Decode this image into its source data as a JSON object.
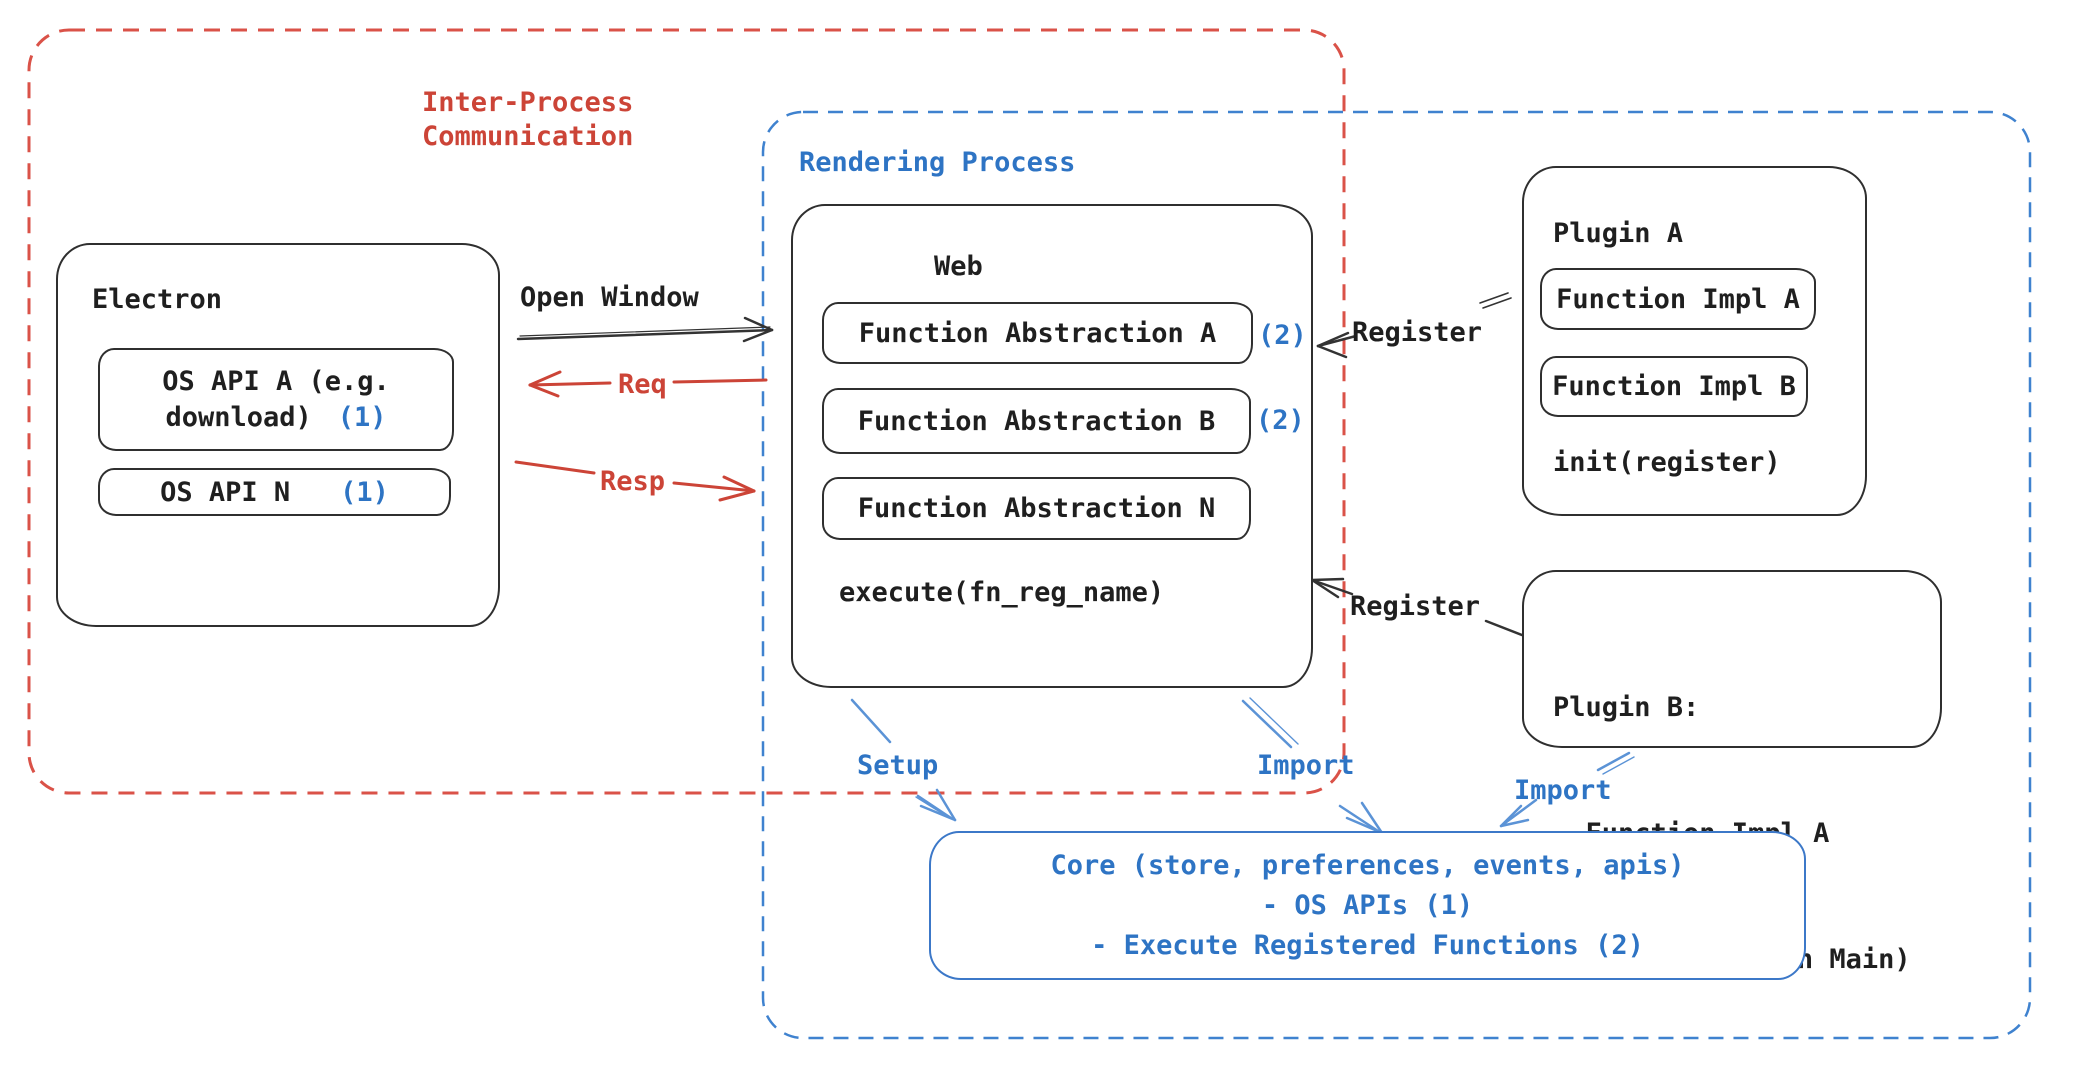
{
  "ipc_region": {
    "label": "Inter-Process\nCommunication"
  },
  "rendering_region": {
    "label": "Rendering Process"
  },
  "electron": {
    "title": "Electron",
    "os_api_a": {
      "line1": "OS API A (e.g.",
      "line2": "download)",
      "badge": "(1)"
    },
    "os_api_n": {
      "label": "OS API N",
      "badge": "(1)"
    }
  },
  "web": {
    "title": "Web",
    "items": [
      {
        "label": "Function Abstraction A",
        "badge": "(2)"
      },
      {
        "label": "Function Abstraction B",
        "badge": "(2)"
      },
      {
        "label": "Function Abstraction N",
        "badge": ""
      }
    ],
    "footer": "execute(fn_reg_name)"
  },
  "plugin_a": {
    "title": "Plugin A",
    "impl_a": "Function Impl A",
    "impl_b": "Function Impl B",
    "footer": "init(register)"
  },
  "plugin_b": {
    "lines": [
      "Plugin B:",
      "- Function Impl A",
      "- Module (run on Main)"
    ]
  },
  "core": {
    "lines": [
      "Core (store, preferences, events, apis)",
      "- OS APIs (1)",
      "- Execute Registered Functions (2)"
    ]
  },
  "arrows": {
    "open_window": "Open Window",
    "req": "Req",
    "resp": "Resp",
    "register_1": "Register",
    "register_2": "Register",
    "setup": "Setup",
    "import_1": "Import",
    "import_2": "Import"
  },
  "colors": {
    "red": "#cc4437",
    "red_border": "#da5248",
    "blue": "#2e74c4",
    "blue_border": "#3f82cf",
    "blue_arrow": "#5b93d6",
    "ink": "#2f2f2f"
  }
}
